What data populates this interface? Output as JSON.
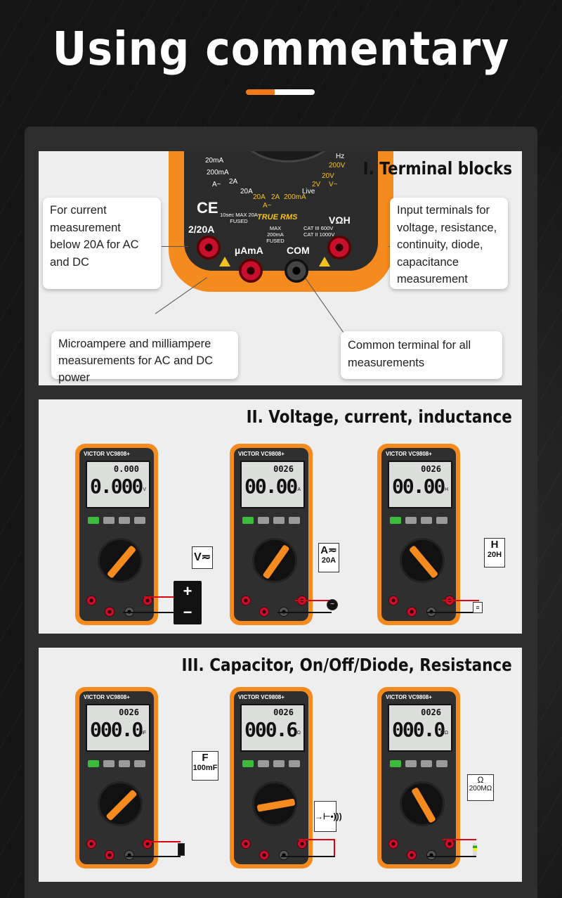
{
  "header": {
    "title": "Using commentary"
  },
  "section1": {
    "title": "I. Terminal blocks",
    "callouts": {
      "current_20a": "For current measurement below 20A for AC and DC",
      "voltage_input": "Input terminals for voltage, resistance, continuity, diode, capacitance measurement",
      "micro_milli": "Microampere and milliampere measurements for AC and DC power",
      "common": "Common terminal for all measurements"
    },
    "meter_labels": {
      "ma20": "20mA",
      "ma200": "200mA",
      "a_ac": "A~",
      "a2": "2A",
      "a20": "20A",
      "bottom_scale_20a": "20A",
      "bottom_scale_2a": "2A",
      "bottom_scale_200ma": "200mA",
      "a_tilde": "A~",
      "live": "Live",
      "hz": "Hz",
      "v200": "200V",
      "v20": "20V",
      "v2": "2V",
      "v_ac": "V~",
      "ce": "CE",
      "true_rms": "TRUE RMS",
      "fused_20a": "10sec MAX 20A FUSED",
      "fused_200ma": "MAX 200mA FUSED",
      "cat": "CAT III 600V CAT II 1000V",
      "jack_20a": "2/20A",
      "jack_ua": "µAmA",
      "jack_com": "COM",
      "jack_v": "VΩH"
    }
  },
  "section2": {
    "title": "II. Voltage, current, inductance",
    "meters": [
      {
        "brand": "VICTOR VC9808+",
        "small": "0.000",
        "big": "0.000",
        "unit": "V",
        "sel_main": "V≂",
        "sel_sub": ""
      },
      {
        "brand": "VICTOR VC9808+",
        "small": "0026",
        "big": "00.00",
        "unit": "A",
        "sel_main": "A≂",
        "sel_sub": "20A"
      },
      {
        "brand": "VICTOR VC9808+",
        "small": "0026",
        "big": "00.00",
        "unit": "H",
        "sel_main": "H",
        "sel_sub": "20H"
      }
    ],
    "battery": {
      "plus": "+",
      "minus": "−"
    }
  },
  "section3": {
    "title": "III. Capacitor, On/Off/Diode, Resistance",
    "meters": [
      {
        "brand": "VICTOR VC9808+",
        "small": "0026",
        "big": "000.0",
        "unit": "mF",
        "sel_main": "F",
        "sel_sub": "100mF"
      },
      {
        "brand": "VICTOR VC9808+",
        "small": "0026",
        "big": "000.6",
        "unit": "Ω",
        "sel_main": "→⊢•)))",
        "sel_sub": ""
      },
      {
        "brand": "VICTOR VC9808+",
        "small": "0026",
        "big": "000.0",
        "unit": "MΩ",
        "sel_main": "Ω",
        "sel_sub": "200MΩ"
      }
    ]
  },
  "colors": {
    "accent_orange": "#f58b1f",
    "jack_red": "#c8102e",
    "panel_bg": "#2e2e2e",
    "section_bg": "#eeeeee"
  }
}
